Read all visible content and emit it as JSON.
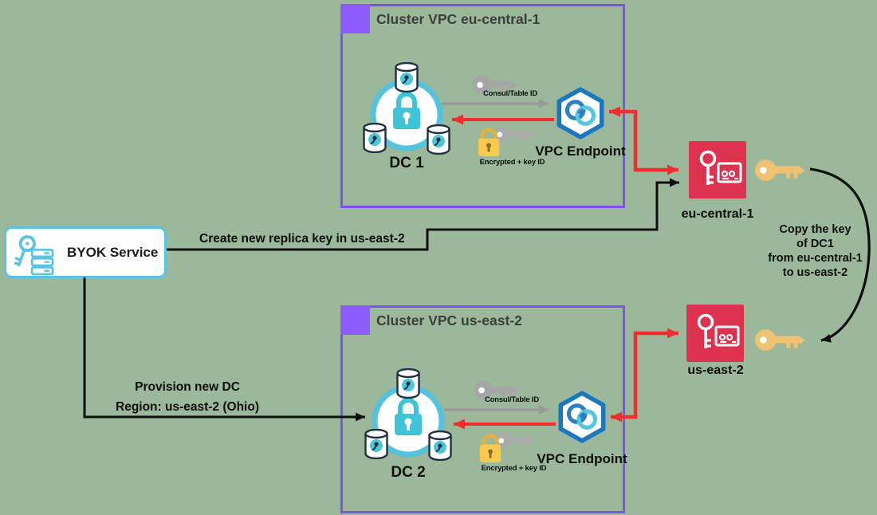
{
  "byok": {
    "label": "BYOK Service"
  },
  "clusters": {
    "top": {
      "title": "Cluster VPC eu-central-1",
      "dc_label": "DC 1",
      "endpoint_label": "VPC Endpoint",
      "gray_key_label": "Consul/Table ID",
      "yellow_key_label": "Encrypted + key ID"
    },
    "bottom": {
      "title": "Cluster VPC us-east-2",
      "dc_label": "DC 2",
      "endpoint_label": "VPC Endpoint",
      "gray_key_label": "Consul/Table ID",
      "yellow_key_label": "Encrypted + key ID"
    }
  },
  "kms": {
    "top": {
      "label": "eu-central-1"
    },
    "bottom": {
      "label": "us-east-2"
    }
  },
  "annotations": {
    "create_replica": "Create new replica key in us-east-2",
    "provision_lines": [
      "Provision new DC",
      "Region: us-east-2 (Ohio)"
    ],
    "copy_lines": [
      "Copy the key",
      "of DC1",
      "from eu-central-1",
      "to us-east-2"
    ]
  },
  "colors": {
    "background": "#9CB89A",
    "cluster_border": "#8150F2",
    "cluster_tab": "#8E5BFF",
    "byok_accent": "#57C4E5",
    "kms_red": "#DD3350",
    "arrow_red": "#F32D2D",
    "arrow_gray": "#9A9A9A",
    "key_yellow": "#EFC172",
    "lock_yellow": "#F7C94F",
    "endpoint_blue": "#1877BF",
    "endpoint_cyan": "#53C6E0"
  },
  "icons": [
    "byok-key-servers-icon",
    "dc-cluster-icon",
    "vpc-endpoint-icon",
    "kms-key-card-icon",
    "yellow-key-icon",
    "gray-key-icon",
    "encrypted-key-lock-icon"
  ]
}
